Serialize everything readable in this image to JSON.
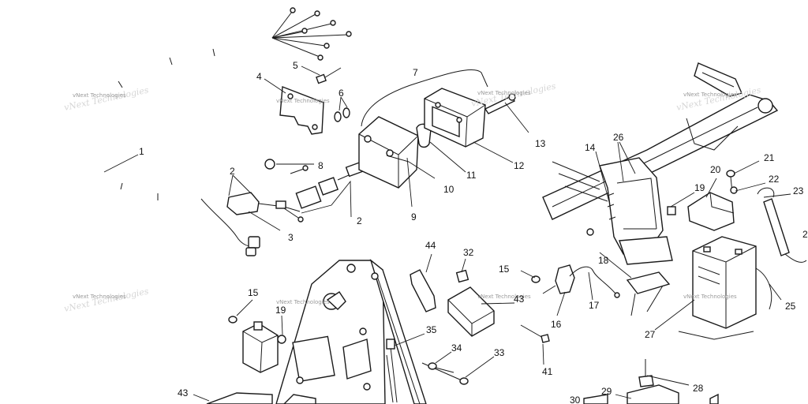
{
  "watermark": "vNext Technologies",
  "callouts": {
    "c1": "1",
    "c2a": "2",
    "c2b": "2",
    "c3": "3",
    "c4": "4",
    "c5": "5",
    "c6": "6",
    "c7": "7",
    "c8": "8",
    "c9": "9",
    "c10": "10",
    "c11": "11",
    "c12": "12",
    "c13": "13",
    "c14": "14",
    "c15a": "15",
    "c15b": "15",
    "c16": "16",
    "c17": "17",
    "c18": "18",
    "c19a": "19",
    "c19b": "19",
    "c20": "20",
    "c21": "21",
    "c22": "22",
    "c23": "23",
    "c24": "2",
    "c25": "25",
    "c26": "26",
    "c27": "27",
    "c28": "28",
    "c29": "29",
    "c30": "30",
    "c32": "32",
    "c33": "33",
    "c34": "34",
    "c35": "35",
    "c41": "41",
    "c43a": "43",
    "c43b": "43",
    "c44": "44"
  }
}
